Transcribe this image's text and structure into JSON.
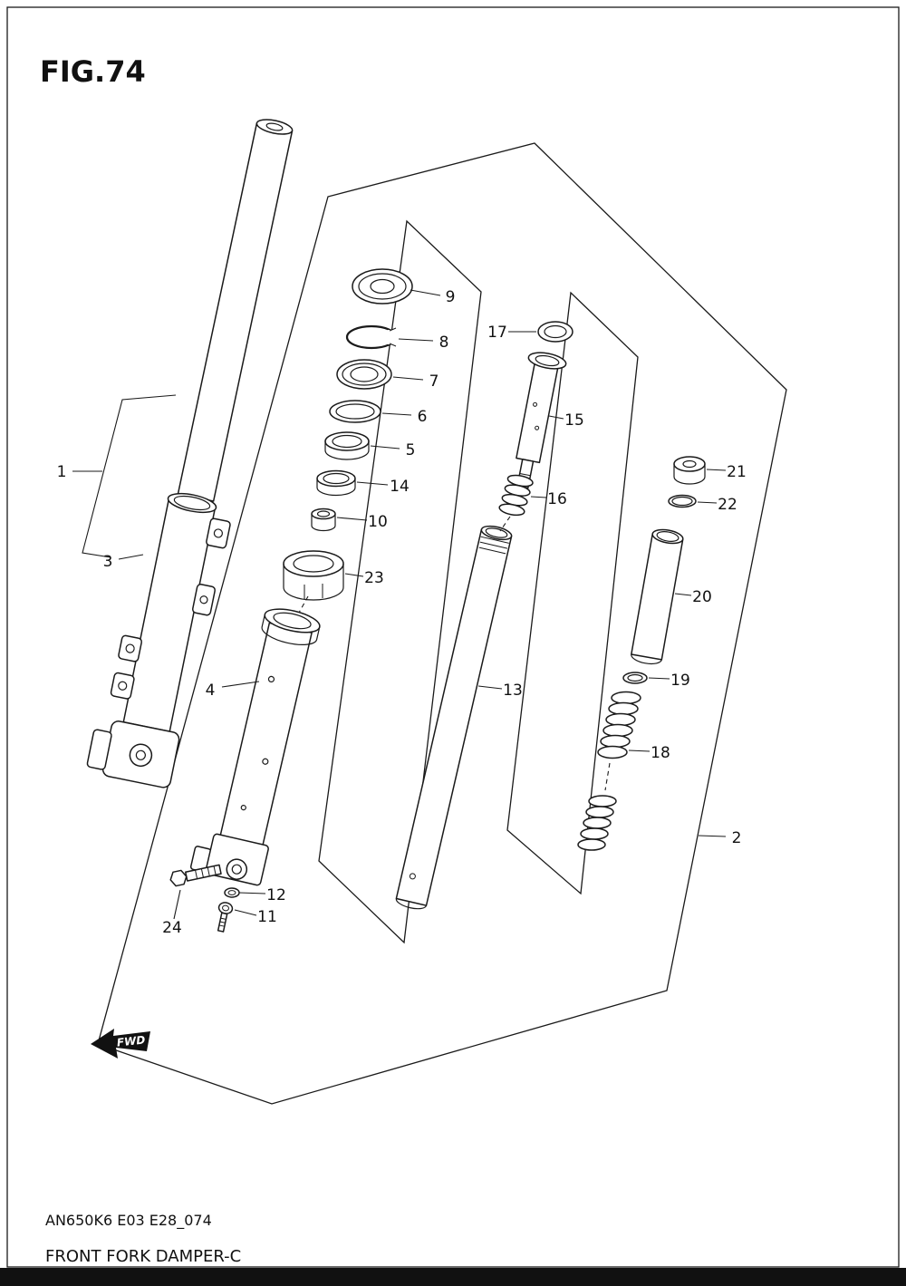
{
  "figure": {
    "title": "FIG.74",
    "code": "AN650K6 E03 E28_074",
    "caption": "FRONT FORK DAMPER-C",
    "fwd": "FWD"
  },
  "labels": {
    "p1": "1",
    "p2": "2",
    "p3": "3",
    "p4": "4",
    "p5": "5",
    "p6": "6",
    "p7": "7",
    "p8": "8",
    "p9": "9",
    "p10": "10",
    "p11": "11",
    "p12": "12",
    "p13": "13",
    "p14": "14",
    "p15": "15",
    "p16": "16",
    "p17": "17",
    "p18": "18",
    "p19": "19",
    "p20": "20",
    "p21": "21",
    "p22": "22",
    "p23": "23",
    "p24": "24"
  }
}
